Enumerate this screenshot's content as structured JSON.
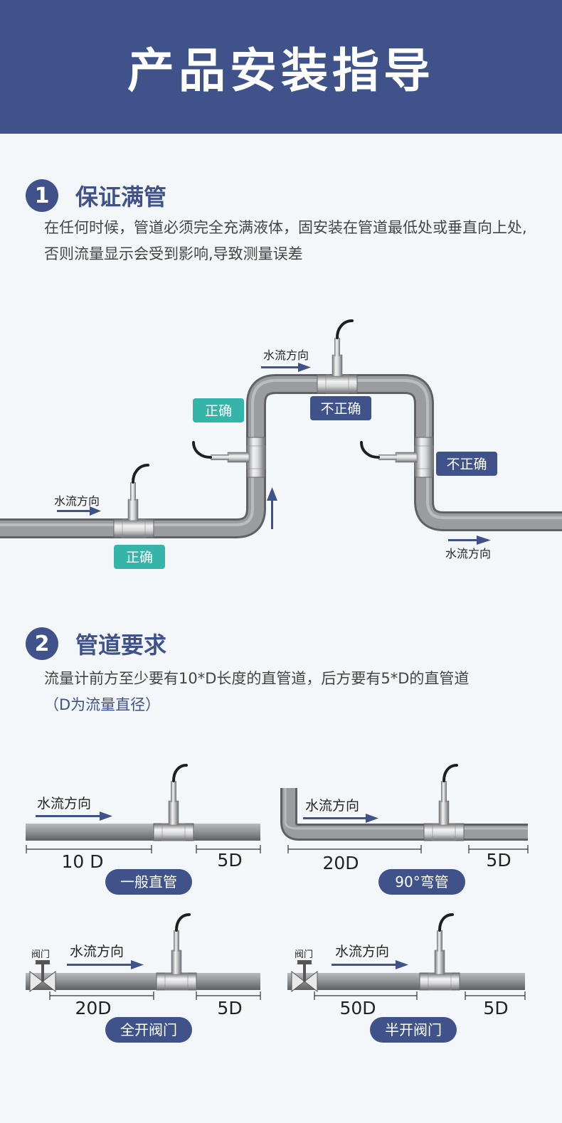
{
  "header": {
    "title": "产品安装指导"
  },
  "section1": {
    "number": "1",
    "title": "保证满管",
    "description": "在任何时候，管道必须完全充满液体，固安装在管道最低处或垂直向上处,否则流量显示会受到影响,导致测量误差"
  },
  "diagram1": {
    "flow_label_1": "水流方向",
    "flow_label_2": "水流方向",
    "flow_label_3": "水流方向",
    "correct_1": "正确",
    "correct_2": "正确",
    "incorrect_1": "不正确",
    "incorrect_2": "不正确"
  },
  "section2": {
    "number": "2",
    "title": "管道要求",
    "description": "流量计前方至少要有10*D长度的直管道，后方要有5*D的直管道",
    "note": "（D为流量直径）"
  },
  "diagram2": {
    "panels": [
      {
        "flow_label": "水流方向",
        "front": "10 D",
        "back": "5D",
        "caption": "一般直管"
      },
      {
        "flow_label": "水流方向",
        "front": "20D",
        "back": "5D",
        "caption": "90°弯管"
      },
      {
        "flow_label": "水流方向",
        "front": "20D",
        "back": "5D",
        "caption": "全开阀门",
        "valve_label": "阀门"
      },
      {
        "flow_label": "水流方向",
        "front": "50D",
        "back": "5D",
        "caption": "半开阀门",
        "valve_label": "阀门"
      }
    ]
  },
  "colors": {
    "brand": "#3f5289",
    "correct_tag": "#35b5aa",
    "incorrect_tag": "#3f5289",
    "pipe": "#8d8f93",
    "background": "#f4f7fa"
  }
}
